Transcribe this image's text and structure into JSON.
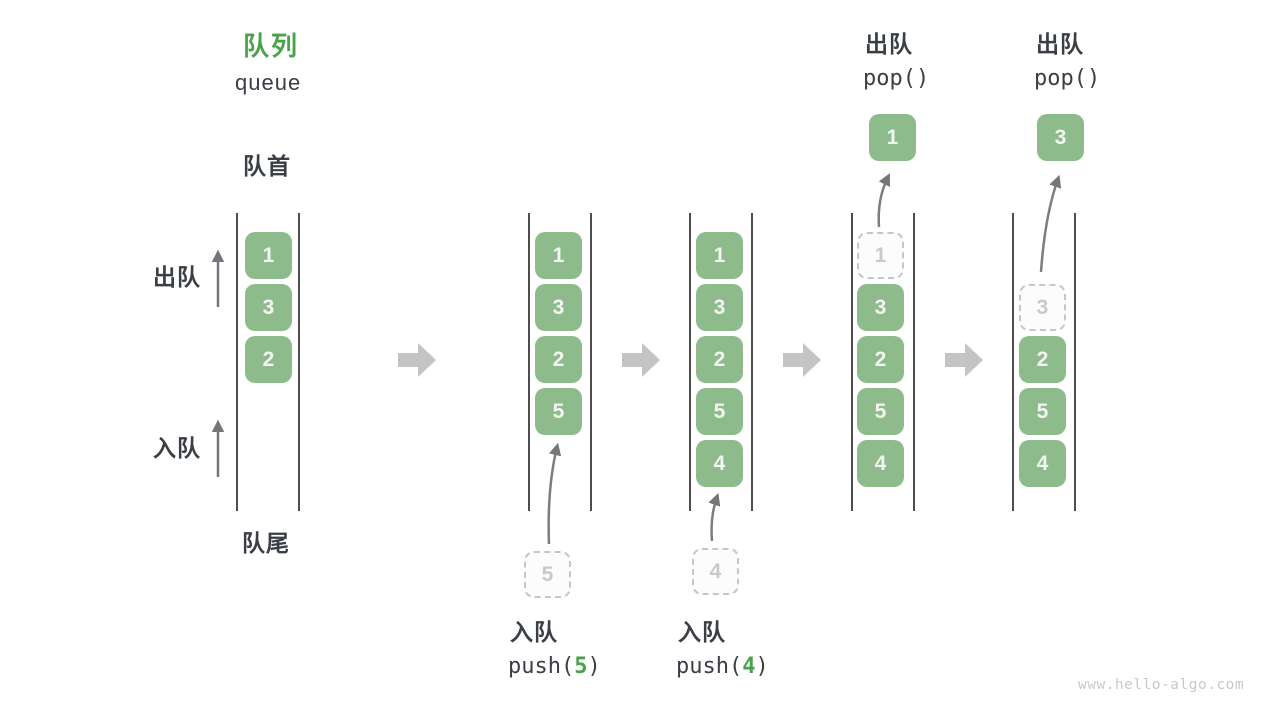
{
  "title": {
    "zh": "队列",
    "en": "queue"
  },
  "side_labels": {
    "front": "队首",
    "rear": "队尾",
    "dequeue": "出队",
    "enqueue": "入队"
  },
  "captions": {
    "push5": {
      "op": "入队",
      "fn_open": "push(",
      "arg": "5",
      "fn_close": ")"
    },
    "push4": {
      "op": "入队",
      "fn_open": "push(",
      "arg": "4",
      "fn_close": ")"
    },
    "pop1": {
      "op": "出队",
      "fn": "pop()"
    },
    "pop2": {
      "op": "出队",
      "fn": "pop()"
    }
  },
  "states": [
    {
      "slots": [
        "1",
        "3",
        "2"
      ]
    },
    {
      "slots": [
        "1",
        "3",
        "2",
        "5"
      ],
      "incoming": "5"
    },
    {
      "slots": [
        "1",
        "3",
        "2",
        "5",
        "4"
      ],
      "incoming": "4"
    },
    {
      "dashed": "1",
      "slots": [
        "3",
        "2",
        "5",
        "4"
      ],
      "popped": "1"
    },
    {
      "dashed": "3",
      "slots": [
        "2",
        "5",
        "4"
      ],
      "popped": "3"
    }
  ],
  "watermark": "www.hello-algo.com",
  "colors": {
    "item_green": "#8dbb8c",
    "accent_green": "#4aa24d",
    "text_dark": "#3a3f45",
    "rail_line": "#4d4d4d",
    "block_arrow_gray": "#c4c4c4",
    "thin_arrow_gray": "#7d7d7d",
    "dashed_border_gray": "#c6c6c6",
    "watermark_gray": "#c9c9c9"
  }
}
